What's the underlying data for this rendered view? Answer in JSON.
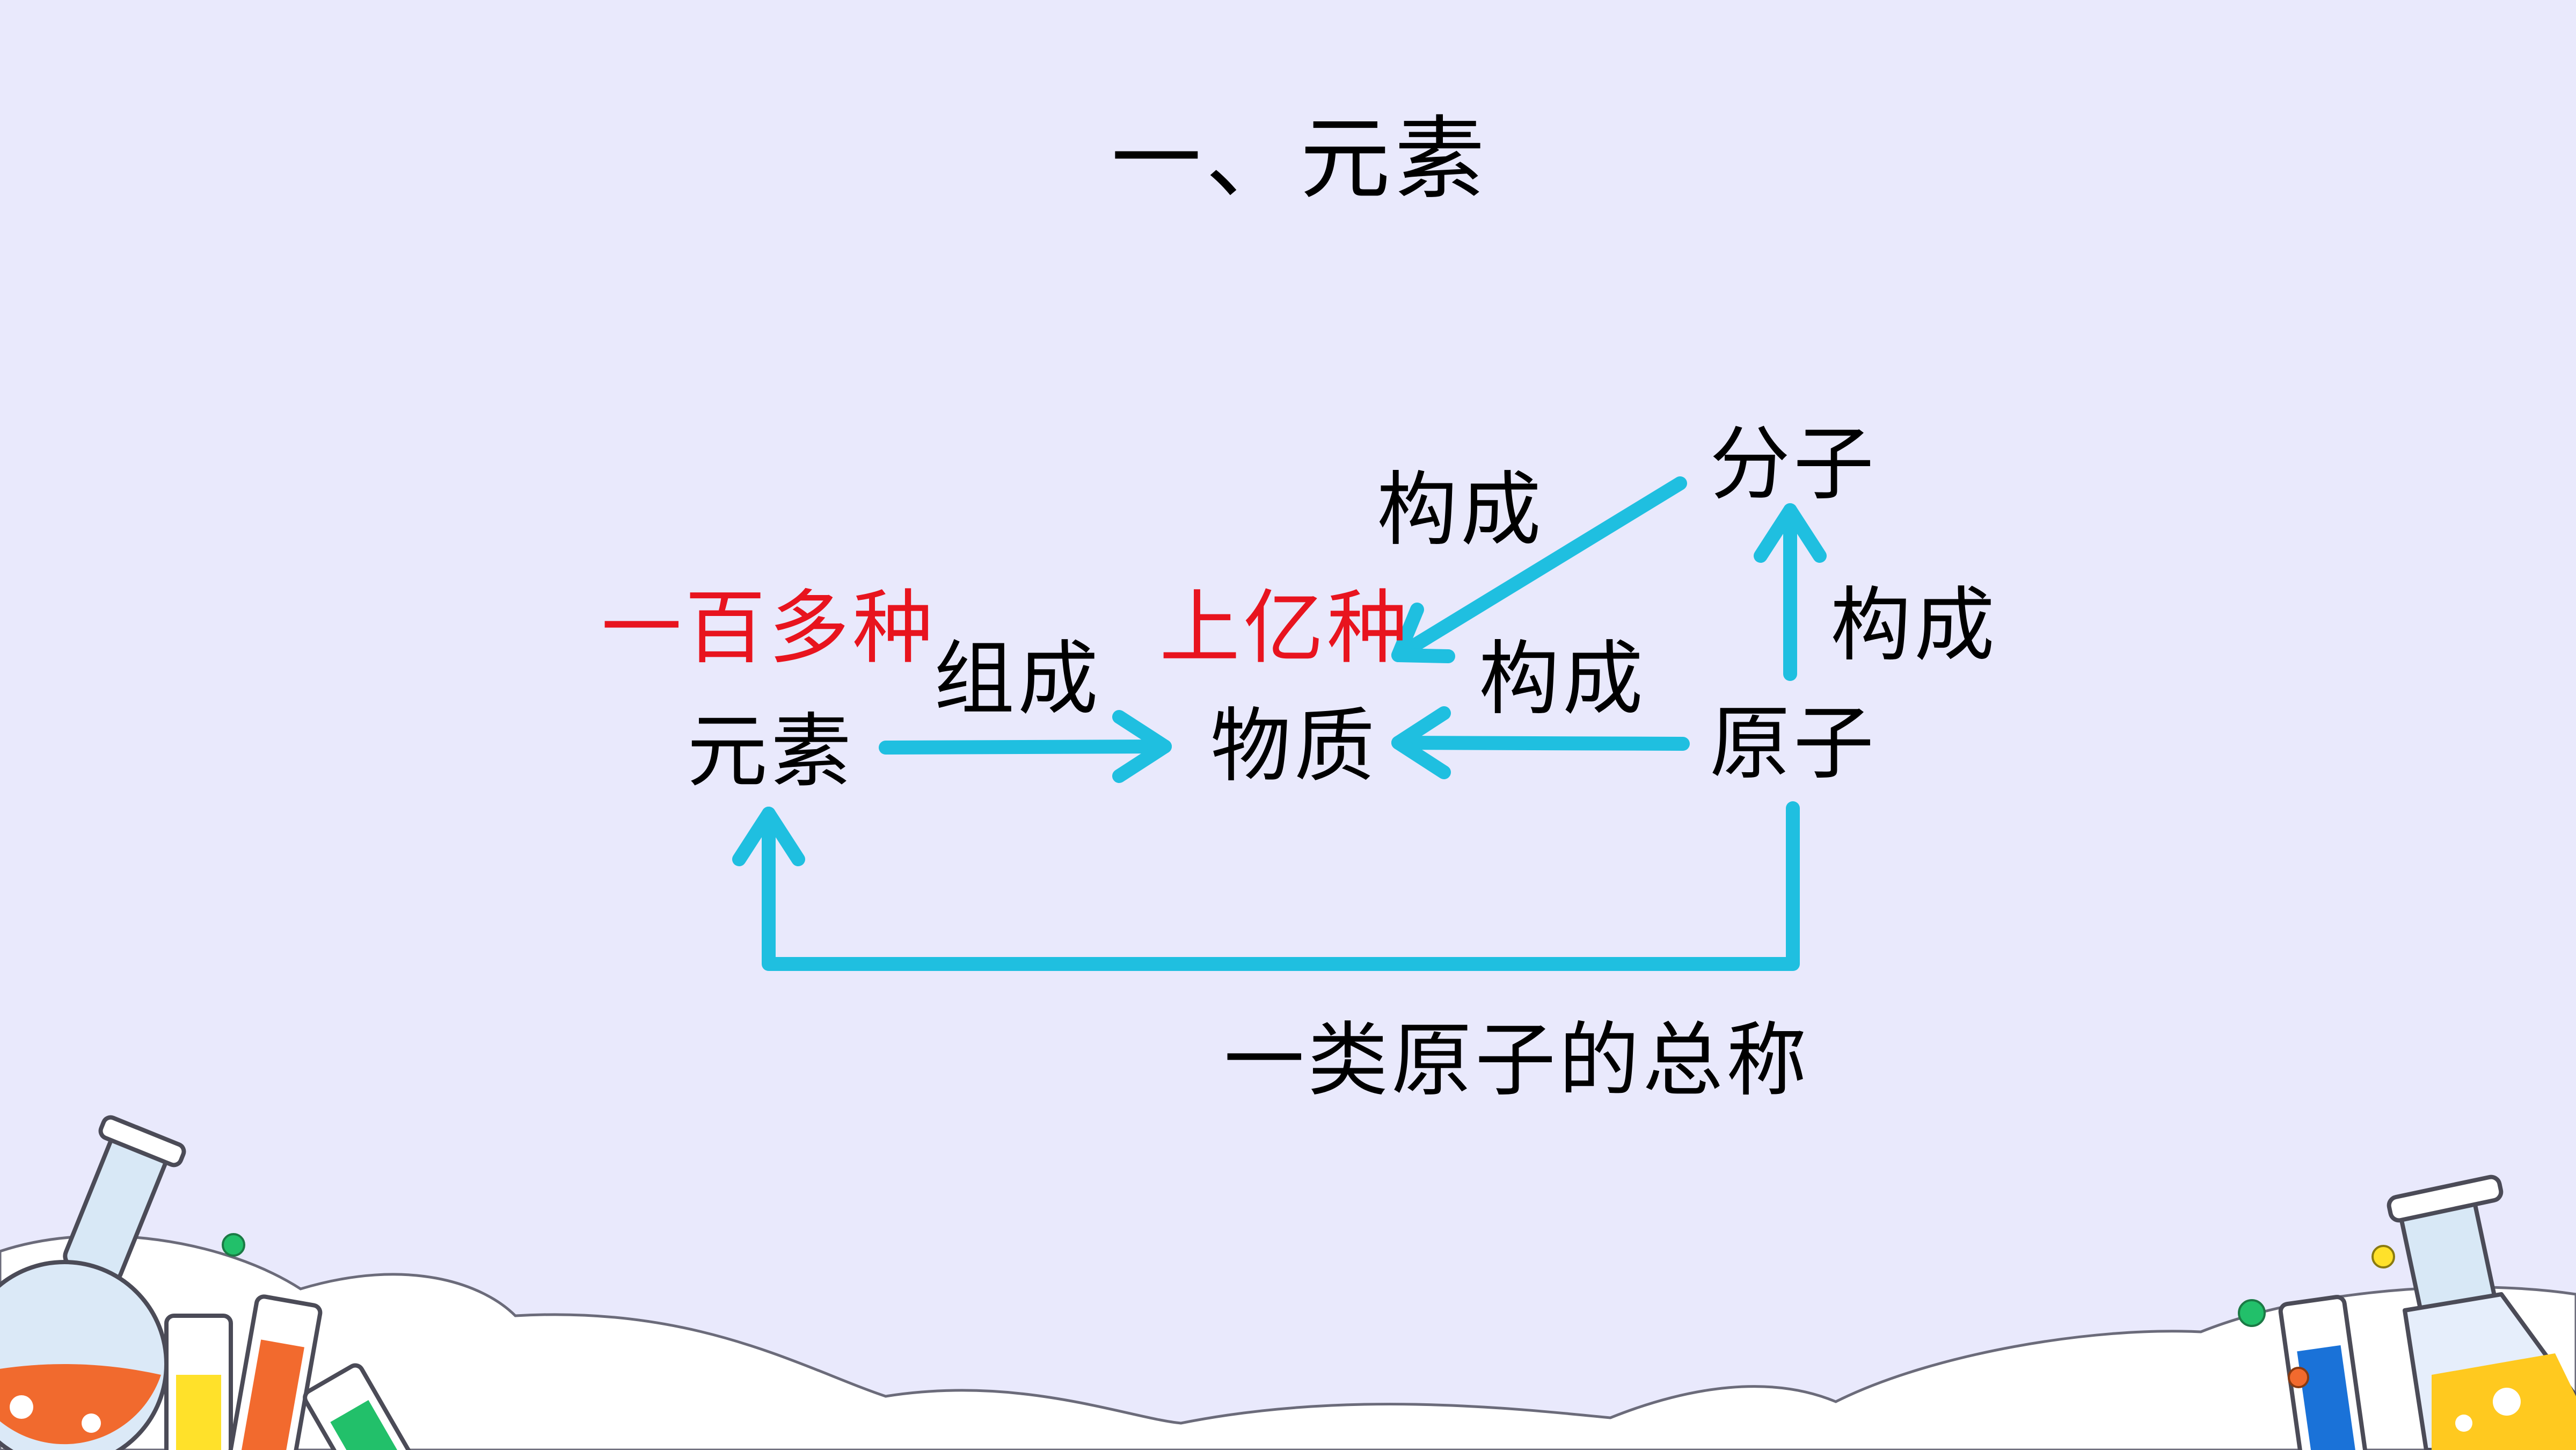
{
  "slide": {
    "title": "一、元素",
    "background": "#e9e9fc"
  },
  "diagram": {
    "nodes": {
      "element": "元素",
      "substance": "物质",
      "molecule": "分子",
      "atom": "原子"
    },
    "counts": {
      "element_count": "一百多种",
      "substance_count": "上亿种",
      "count_color": "#e8141e"
    },
    "relations": {
      "element_to_substance": "组成",
      "molecule_to_substance": "构成",
      "atom_to_substance": "构成",
      "atom_to_molecule": "构成",
      "atom_to_element": "一类原子的总称"
    },
    "arrow_color": "#1fbfe0"
  },
  "decorations": {
    "left": "lab-flasks-icon",
    "right": "lab-flasks-icon"
  }
}
